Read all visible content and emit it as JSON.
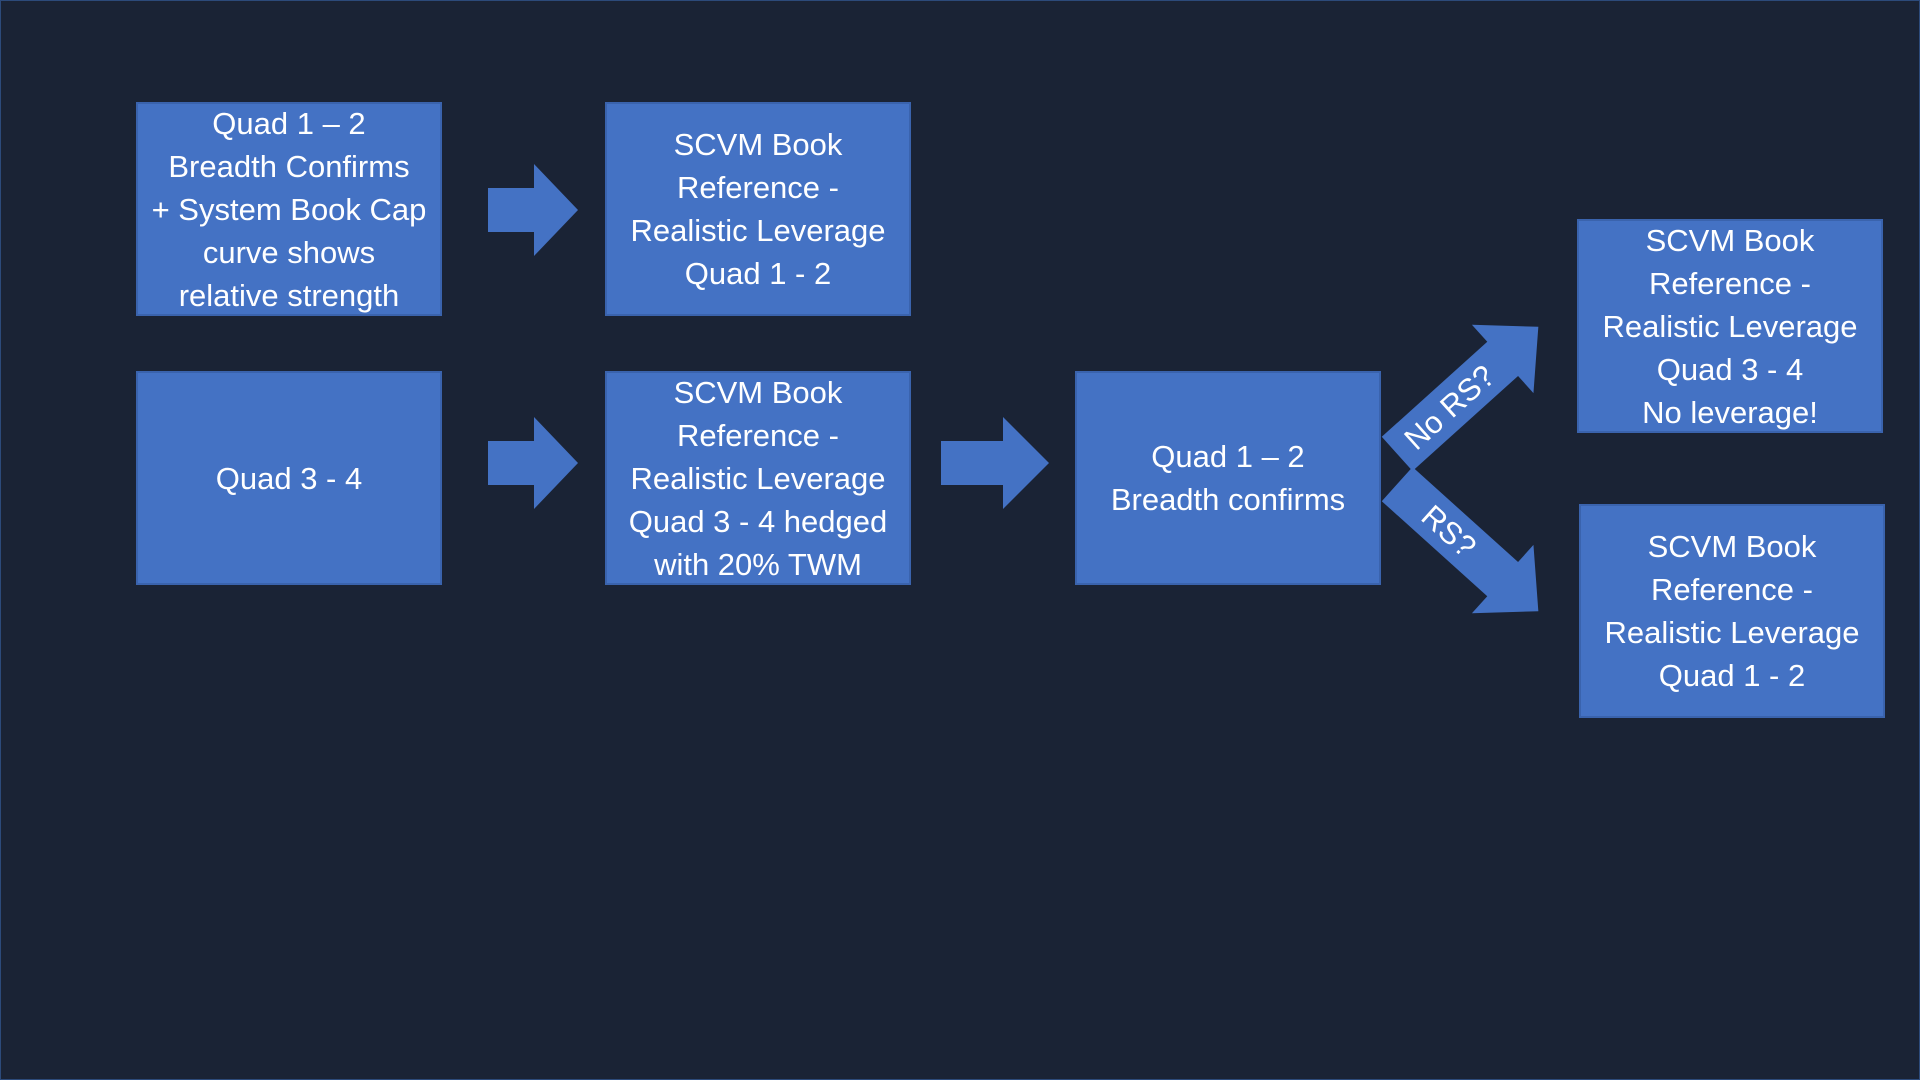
{
  "diagram": {
    "colors": {
      "background": "#1a2335",
      "box_fill": "#4472c4",
      "box_border": "#3a63ad",
      "text": "#ffffff"
    },
    "boxes": {
      "q12_breadth_rs": {
        "lines": [
          "Quad 1 – 2",
          "Breadth Confirms",
          "+ System Book Cap",
          "curve shows",
          "relative strength"
        ]
      },
      "scvm_q12_top": {
        "lines": [
          "SCVM Book",
          "Reference -",
          "Realistic Leverage",
          "Quad 1 - 2"
        ]
      },
      "q34": {
        "lines": [
          "Quad 3 - 4"
        ]
      },
      "scvm_q34_hedged": {
        "lines": [
          "SCVM Book",
          "Reference -",
          "Realistic Leverage",
          "Quad 3 - 4 hedged",
          "with 20% TWM"
        ]
      },
      "q12_breadth_confirms": {
        "lines": [
          "Quad 1 – 2",
          "Breadth confirms"
        ]
      },
      "scvm_q34_no_leverage": {
        "lines": [
          "SCVM Book",
          "Reference -",
          "Realistic Leverage",
          "Quad 3 - 4",
          "No leverage!"
        ]
      },
      "scvm_q12_bottom": {
        "lines": [
          "SCVM Book",
          "Reference -",
          "Realistic Leverage",
          "Quad 1 - 2"
        ]
      }
    },
    "arrow_labels": {
      "no_rs": "No RS?",
      "rs": "RS?"
    }
  }
}
